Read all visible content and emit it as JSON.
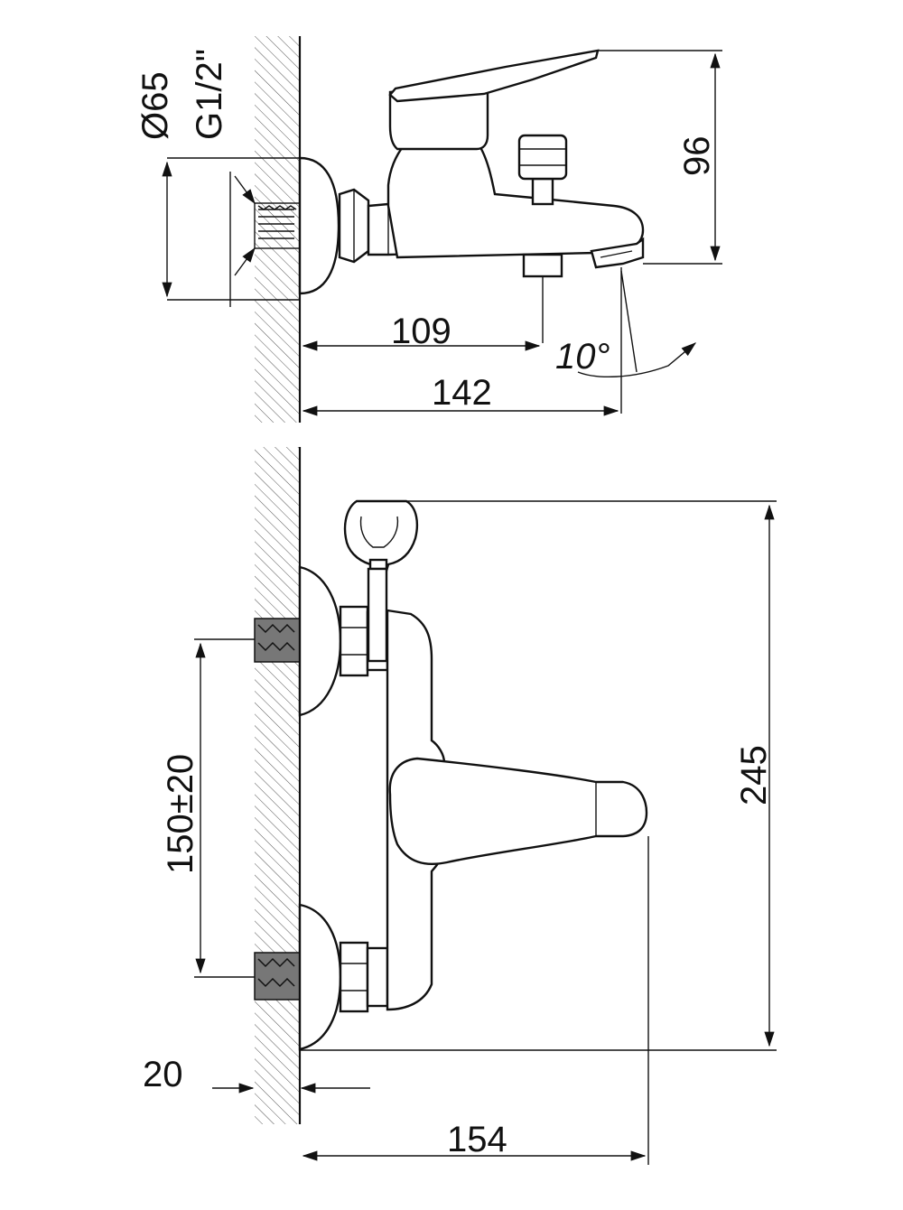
{
  "colors": {
    "line": "#111111",
    "hatch": "#555555",
    "background": "#ffffff",
    "thread_fill": "#777777"
  },
  "top_view": {
    "dims": {
      "flange_diameter": "Ø65",
      "thread_size": "G1/2\"",
      "height": "96",
      "handle_reach": "109",
      "spout_reach": "142",
      "spout_angle": "10°"
    }
  },
  "front_view": {
    "dims": {
      "inlet_spacing": "150±20",
      "total_height": "245",
      "wall_offset": "20",
      "total_depth": "154"
    }
  }
}
